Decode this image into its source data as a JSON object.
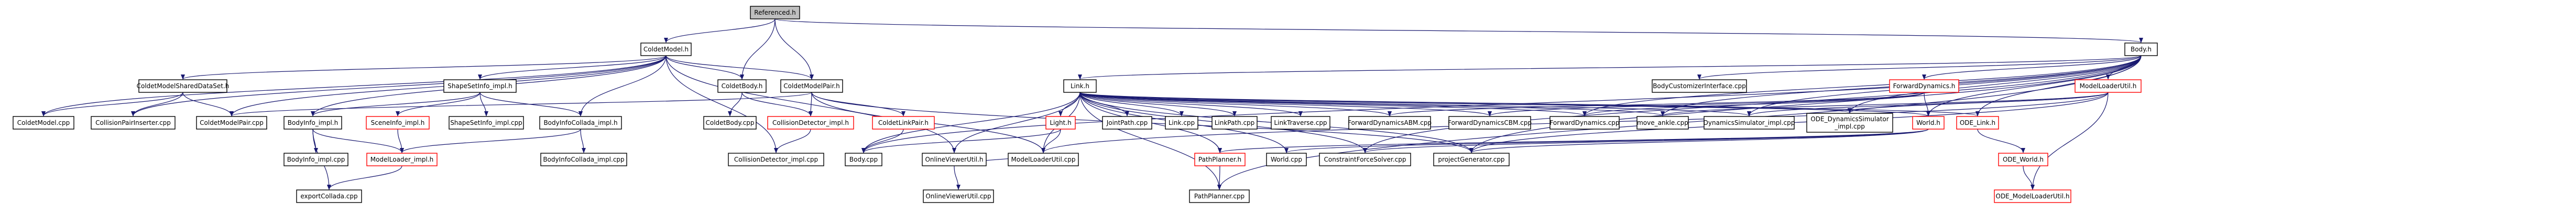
{
  "graph": {
    "colors": {
      "edge": "#191970",
      "root_fill": "#bfbfbf",
      "node_border": "#000000",
      "incomplete_border": "#ff0000"
    },
    "nodes": [
      {
        "id": "n0",
        "label": "Referenced.h",
        "style": "root"
      },
      {
        "id": "n1",
        "label": "ColdetModel.h",
        "style": "plain"
      },
      {
        "id": "n2",
        "label": "Body.h",
        "style": "plain"
      },
      {
        "id": "n3",
        "label": "ColdetModelSharedDataSet.h",
        "style": "plain"
      },
      {
        "id": "n4",
        "label": "ShapeSetInfo_impl.h",
        "style": "plain"
      },
      {
        "id": "n5",
        "label": "ColdetBody.h",
        "style": "plain"
      },
      {
        "id": "n6",
        "label": "ColdetModelPair.h",
        "style": "plain"
      },
      {
        "id": "n7",
        "label": "Link.h",
        "style": "plain"
      },
      {
        "id": "n8",
        "label": "BodyCustomizerInterface.cpp",
        "style": "plain"
      },
      {
        "id": "n9",
        "label": "ForwardDynamics.h",
        "style": "red"
      },
      {
        "id": "n10",
        "label": "ModelLoaderUtil.h",
        "style": "red"
      },
      {
        "id": "n11",
        "label": "ColdetModel.cpp",
        "style": "plain"
      },
      {
        "id": "n12",
        "label": "CollisionPairInserter.cpp",
        "style": "plain"
      },
      {
        "id": "n13",
        "label": "ColdetModelPair.cpp",
        "style": "plain"
      },
      {
        "id": "n14",
        "label": "BodyInfo_impl.h",
        "style": "plain"
      },
      {
        "id": "n15",
        "label": "SceneInfo_impl.h",
        "style": "red"
      },
      {
        "id": "n16",
        "label": "ShapeSetInfo_impl.cpp",
        "style": "plain"
      },
      {
        "id": "n17",
        "label": "BodyInfoCollada_impl.h",
        "style": "plain"
      },
      {
        "id": "n18",
        "label": "ColdetBody.cpp",
        "style": "plain"
      },
      {
        "id": "n19",
        "label": "CollisionDetector_impl.h",
        "style": "red"
      },
      {
        "id": "n20",
        "label": "ColdetLinkPair.h",
        "style": "red"
      },
      {
        "id": "n21",
        "label": "Light.h",
        "style": "red"
      },
      {
        "id": "n22",
        "label": "JointPath.cpp",
        "style": "plain"
      },
      {
        "id": "n23",
        "label": "Link.cpp",
        "style": "plain"
      },
      {
        "id": "n24",
        "label": "LinkPath.cpp",
        "style": "plain"
      },
      {
        "id": "n25",
        "label": "LinkTraverse.cpp",
        "style": "plain"
      },
      {
        "id": "n26",
        "label": "ForwardDynamicsABM.cpp",
        "style": "plain"
      },
      {
        "id": "n27",
        "label": "ForwardDynamicsCBM.cpp",
        "style": "plain"
      },
      {
        "id": "n28",
        "label": "ForwardDynamics.cpp",
        "style": "plain"
      },
      {
        "id": "n29",
        "label": "move_ankle.cpp",
        "style": "plain"
      },
      {
        "id": "n30",
        "label": "DynamicsSimulator_impl.cpp",
        "style": "plain"
      },
      {
        "id": "n31",
        "label": "ODE_DynamicsSimulator\n_impl.cpp",
        "style": "plain"
      },
      {
        "id": "n32",
        "label": "World.h",
        "style": "red"
      },
      {
        "id": "n33",
        "label": "ODE_Link.h",
        "style": "red"
      },
      {
        "id": "n34",
        "label": "BodyInfo_impl.cpp",
        "style": "plain"
      },
      {
        "id": "n35",
        "label": "ModelLoader_impl.h",
        "style": "red"
      },
      {
        "id": "n36",
        "label": "BodyInfoCollada_impl.cpp",
        "style": "plain"
      },
      {
        "id": "n37",
        "label": "CollisionDetector_impl.cpp",
        "style": "plain"
      },
      {
        "id": "n38",
        "label": "Body.cpp",
        "style": "plain"
      },
      {
        "id": "n39",
        "label": "OnlineViewerUtil.h",
        "style": "plain"
      },
      {
        "id": "n40",
        "label": "ModelLoaderUtil.cpp",
        "style": "plain"
      },
      {
        "id": "n41",
        "label": "PathPlanner.h",
        "style": "red"
      },
      {
        "id": "n42",
        "label": "World.cpp",
        "style": "plain"
      },
      {
        "id": "n43",
        "label": "ConstraintForceSolver.cpp",
        "style": "plain"
      },
      {
        "id": "n44",
        "label": "projectGenerator.cpp",
        "style": "plain"
      },
      {
        "id": "n45",
        "label": "ODE_World.h",
        "style": "red"
      },
      {
        "id": "n46",
        "label": "exportCollada.cpp",
        "style": "plain"
      },
      {
        "id": "n47",
        "label": "OnlineViewerUtil.cpp",
        "style": "plain"
      },
      {
        "id": "n48",
        "label": "PathPlanner.cpp",
        "style": "plain"
      },
      {
        "id": "n49",
        "label": "ODE_ModelLoaderUtil.h",
        "style": "red"
      }
    ],
    "edges": [
      [
        "n0",
        "n1"
      ],
      [
        "n0",
        "n2"
      ],
      [
        "n0",
        "n5"
      ],
      [
        "n0",
        "n6"
      ],
      [
        "n1",
        "n3"
      ],
      [
        "n1",
        "n11"
      ],
      [
        "n1",
        "n12"
      ],
      [
        "n1",
        "n13"
      ],
      [
        "n1",
        "n4"
      ],
      [
        "n1",
        "n5"
      ],
      [
        "n1",
        "n6"
      ],
      [
        "n1",
        "n17"
      ],
      [
        "n1",
        "n14"
      ],
      [
        "n1",
        "n39"
      ],
      [
        "n1",
        "n37"
      ],
      [
        "n3",
        "n11"
      ],
      [
        "n3",
        "n12"
      ],
      [
        "n3",
        "n13"
      ],
      [
        "n4",
        "n14"
      ],
      [
        "n4",
        "n15"
      ],
      [
        "n4",
        "n16"
      ],
      [
        "n4",
        "n17"
      ],
      [
        "n14",
        "n34"
      ],
      [
        "n14",
        "n35"
      ],
      [
        "n14",
        "n46"
      ],
      [
        "n15",
        "n35"
      ],
      [
        "n17",
        "n35"
      ],
      [
        "n17",
        "n36"
      ],
      [
        "n35",
        "n46"
      ],
      [
        "n5",
        "n18"
      ],
      [
        "n5",
        "n19"
      ],
      [
        "n6",
        "n19"
      ],
      [
        "n6",
        "n20"
      ],
      [
        "n6",
        "n13"
      ],
      [
        "n6",
        "n44"
      ],
      [
        "n6",
        "n40"
      ],
      [
        "n19",
        "n37"
      ],
      [
        "n20",
        "n38"
      ],
      [
        "n2",
        "n7"
      ],
      [
        "n2",
        "n8"
      ],
      [
        "n2",
        "n9"
      ],
      [
        "n2",
        "n10"
      ],
      [
        "n2",
        "n38"
      ],
      [
        "n2",
        "n28"
      ],
      [
        "n2",
        "n29"
      ],
      [
        "n2",
        "n30"
      ],
      [
        "n2",
        "n31"
      ],
      [
        "n2",
        "n32"
      ],
      [
        "n2",
        "n33"
      ],
      [
        "n2",
        "n44"
      ],
      [
        "n2",
        "n48"
      ],
      [
        "n2",
        "n43"
      ],
      [
        "n7",
        "n21"
      ],
      [
        "n7",
        "n22"
      ],
      [
        "n7",
        "n23"
      ],
      [
        "n7",
        "n24"
      ],
      [
        "n7",
        "n25"
      ],
      [
        "n7",
        "n26"
      ],
      [
        "n7",
        "n27"
      ],
      [
        "n7",
        "n28"
      ],
      [
        "n7",
        "n29"
      ],
      [
        "n7",
        "n30"
      ],
      [
        "n7",
        "n31"
      ],
      [
        "n7",
        "n32"
      ],
      [
        "n7",
        "n33"
      ],
      [
        "n7",
        "n38"
      ],
      [
        "n7",
        "n39"
      ],
      [
        "n7",
        "n40"
      ],
      [
        "n7",
        "n41"
      ],
      [
        "n7",
        "n42"
      ],
      [
        "n7",
        "n43"
      ],
      [
        "n7",
        "n44"
      ],
      [
        "n7",
        "n48"
      ],
      [
        "n9",
        "n26"
      ],
      [
        "n9",
        "n27"
      ],
      [
        "n9",
        "n28"
      ],
      [
        "n9",
        "n32"
      ],
      [
        "n10",
        "n29"
      ],
      [
        "n10",
        "n30"
      ],
      [
        "n10",
        "n31"
      ],
      [
        "n10",
        "n40"
      ],
      [
        "n10",
        "n44"
      ],
      [
        "n10",
        "n49"
      ],
      [
        "n21",
        "n38"
      ],
      [
        "n21",
        "n40"
      ],
      [
        "n32",
        "n42"
      ],
      [
        "n32",
        "n43"
      ],
      [
        "n32",
        "n41"
      ],
      [
        "n32",
        "n44"
      ],
      [
        "n33",
        "n45"
      ],
      [
        "n45",
        "n49"
      ],
      [
        "n39",
        "n40"
      ],
      [
        "n39",
        "n47"
      ],
      [
        "n41",
        "n48"
      ]
    ]
  }
}
